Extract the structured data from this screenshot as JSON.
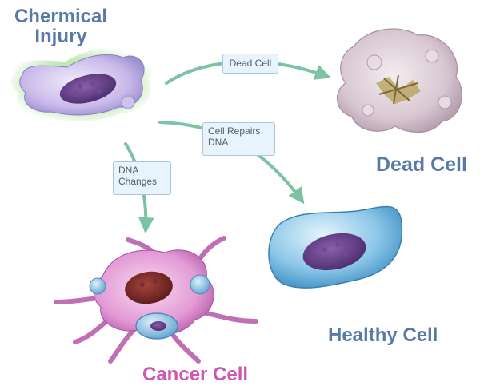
{
  "labels": {
    "chemical_injury": "Chermical Injury",
    "dead_cell": "Dead Cell",
    "healthy_cell": "Healthy Cell",
    "cancer_cell": "Cancer Cell"
  },
  "edges": {
    "to_dead": "Dead Cell",
    "to_healthy": "Cell Repairs DNA",
    "to_cancer": "DNA Changes"
  },
  "colors": {
    "arrow": "#7cc3a4",
    "title_blue": "#5a7aa6",
    "title_pink": "#cc57b4",
    "label_bg": "#e9f3fb",
    "label_border": "#a9c6de"
  }
}
